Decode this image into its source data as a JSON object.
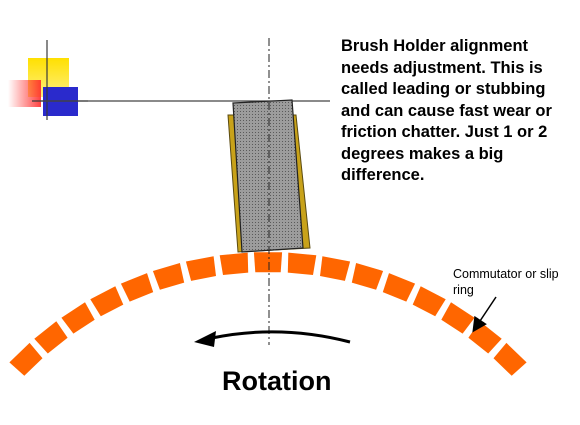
{
  "description": "Brush Holder alignment needs adjustment.  This is called leading or stubbing and can cause fast wear or friction chatter. Just 1 or 2 degrees makes a big difference.",
  "commutator_label": "Commutator or slip ring",
  "rotation_label": "Rotation",
  "colors": {
    "segment": "#ff6600",
    "holder": "#c8a21a",
    "brush": "#a0a0a0",
    "logo_yellow": "#ffe000",
    "logo_red": "#ff2a2a",
    "logo_blue": "#2222cc"
  },
  "icons": [
    "logo-squares-icon",
    "rotation-arrow-icon",
    "pointer-arrow-icon"
  ]
}
